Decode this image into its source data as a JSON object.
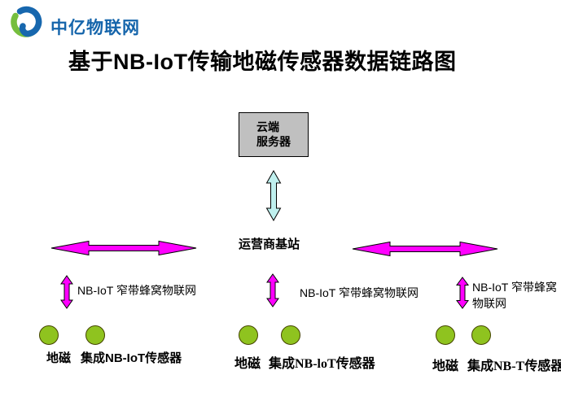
{
  "header": {
    "brand": "中亿物联网"
  },
  "title": "基于NB-IoT传输地磁传感器数据链路图",
  "diagram": {
    "cloud_server": {
      "lines": [
        "云端",
        "服务器"
      ]
    },
    "base_station": "运营商基站",
    "nbiot": {
      "left": "NB-IoT 窄带蜂窝物联网",
      "middle": "NB-IoT 窄带蜂窝物联网",
      "right": [
        "NB-IoT 窄带蜂窝",
        "物联网"
      ]
    },
    "sensor_groups": {
      "left": {
        "label1": "地磁",
        "label2": "集成NB-IoT传感器"
      },
      "middle": {
        "label1": "地磁",
        "label2": "集成NB-loT传感器"
      },
      "right": {
        "label1": "地磁",
        "label2": "集成NB-T传感器"
      }
    }
  },
  "colors": {
    "brand_blue": "#1565AB",
    "arrow_magenta": "#FF00FF",
    "arrow_cyan": "#BFF0EE",
    "node_green": "#8FC31F",
    "box_fill": "#C0C0C0"
  }
}
